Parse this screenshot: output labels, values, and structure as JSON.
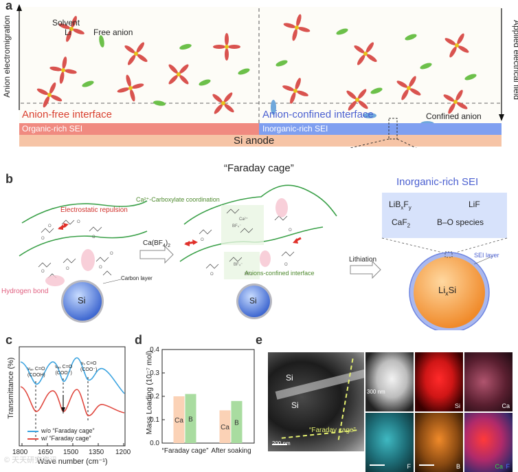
{
  "panel_a": {
    "letter": "a",
    "y_axis_label": "Anion electromigration",
    "right_axis_label": "Applied electrical field",
    "legend_solvent": "Solvent",
    "legend_li": "Li",
    "legend_free_anion": "Free anion",
    "left_interface": "Anion-free interface",
    "left_sei": "Organic-rich SEI",
    "right_interface": "Anion-confined interface",
    "right_sei": "Inorganic-rich SEI",
    "confined_anion": "Confined anion",
    "anode": "Si anode",
    "colors": {
      "solvent": "#d9534f",
      "li": "#e8c21a",
      "anion": "#6cc04a",
      "confined_anion": "#6fa8dc",
      "organic_sei": "#f08a80",
      "inorganic_sei": "#7f9ff0",
      "anode": "#f6c4a6"
    }
  },
  "panel_b": {
    "letter": "b",
    "title": "“Faraday cage”",
    "electrostatic_repulsion": "Electrostatic repulsion",
    "hydrogen_bond": "Hydrogen bond",
    "carbon_layer": "Carbon layer",
    "si": "Si",
    "reagent": "Ca(BF",
    "reagent_sub": "4",
    "reagent_tail": ")",
    "reagent_sub2": "2",
    "coordination": "Ca²⁺-Carboxylate coordination",
    "anions_confined": "Anions-confined interface",
    "lithiation": "Lithiation",
    "sei_title": "Inorganic-rich SEI",
    "species": [
      "LiB",
      "LiF",
      "CaF",
      "B–O species"
    ],
    "species_sub": [
      "x",
      "F",
      "y",
      "2"
    ],
    "sei_layer": "SEI layer",
    "lixsi_a": "Li",
    "lixsi_sub": "x",
    "lixsi_b": "Si"
  },
  "panel_c": {
    "letter": "c",
    "ylabel": "Transmittance (%)",
    "xlabel": "Wave number (cm⁻¹)",
    "ticks": [
      "1800",
      "1650",
      "1500",
      "1350",
      "1200"
    ],
    "annotations": [
      {
        "line1": "νₐₛ C=O",
        "line2": "(COOH)"
      },
      {
        "line1": "νₐₛ C=O",
        "line2": "(COO⁻)"
      },
      {
        "line1": "νₛ C=O",
        "line2": "(COO⁻)"
      }
    ],
    "legend": [
      "w/o “Faraday cage”",
      "w/ “Faraday cage”"
    ],
    "colors": [
      "#3aa3e0",
      "#e0483f"
    ]
  },
  "panel_d": {
    "letter": "d",
    "chart_data": {
      "type": "bar",
      "ylabel": "Mass Loading (10⁻⁷ mol)",
      "ylim": [
        0,
        0.4
      ],
      "yticks": [
        "0.0",
        "0.1",
        "0.2",
        "0.3",
        "0.4"
      ],
      "categories": [
        "“Faraday cage”",
        "After soaking"
      ],
      "series": [
        {
          "name": "Ca",
          "values": [
            0.2,
            0.14
          ],
          "color": "#fbd2b6"
        },
        {
          "name": "B",
          "values": [
            0.21,
            0.18
          ],
          "color": "#a9dca0"
        }
      ]
    }
  },
  "panel_e": {
    "letter": "e",
    "si1": "Si",
    "si2": "Si",
    "faraday_cage": "“Faraday cage”",
    "scale_large": "200 nm",
    "scale_small": "300 nm",
    "maps": [
      "Si",
      "Ca",
      "F",
      "B",
      "Ca",
      "F"
    ]
  },
  "watermark": "© 天天研究资讯"
}
